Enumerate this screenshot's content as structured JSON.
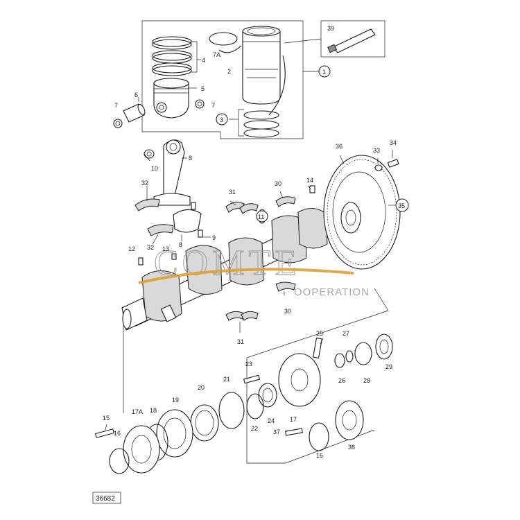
{
  "figure_number": "36682",
  "watermark": {
    "main_text": "COMTE",
    "sub_text": "OOPERATION",
    "swoosh_color": "#e09a2a"
  },
  "callouts": {
    "c1": "1",
    "c2": "2",
    "c3": "3",
    "c4": "4",
    "c5": "5",
    "c6": "6",
    "c7a": "7",
    "c7b": "7",
    "c7A": "7A",
    "c8a": "8",
    "c8b": "8",
    "c9": "9",
    "c10": "10",
    "c11": "11",
    "c12": "12",
    "c13": "13",
    "c14": "14",
    "c15": "15",
    "c16a": "16",
    "c16b": "16",
    "c17": "17",
    "c17A": "17A",
    "c18": "18",
    "c19": "19",
    "c20": "20",
    "c21": "21",
    "c22": "22",
    "c23": "23",
    "c24": "24",
    "c25": "25",
    "c26": "26",
    "c27": "27",
    "c28": "28",
    "c29": "29",
    "c30a": "30",
    "c30b": "30",
    "c31a": "31",
    "c31b": "31",
    "c32a": "32",
    "c32b": "32",
    "c33": "33",
    "c34": "34",
    "c35": "35",
    "c36": "36",
    "c37": "37",
    "c38": "38",
    "c39": "39"
  }
}
